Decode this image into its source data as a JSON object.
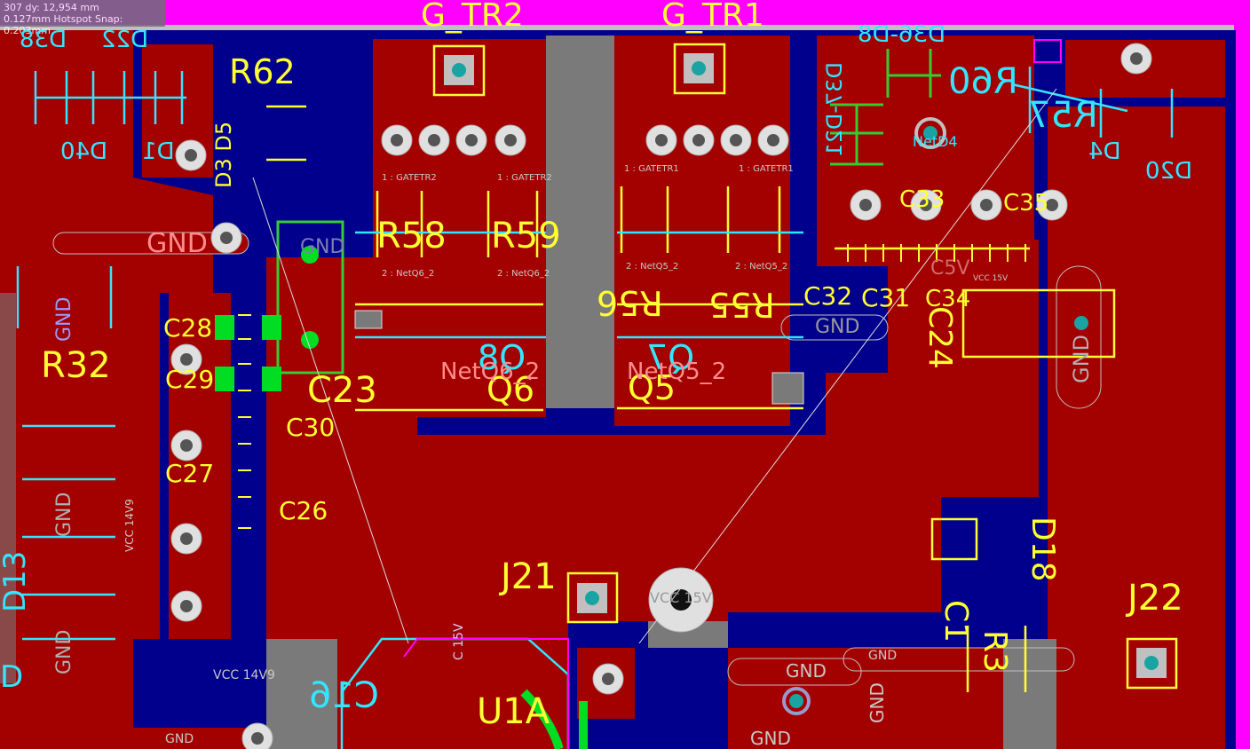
{
  "hud": {
    "line1": "307    dy: 12,954  mm",
    "line2": "0.127mm Hotspot Snap: 0.203mm"
  },
  "labels": {
    "g_tr2": "G_TR2",
    "g_tr1": "G_TR1",
    "d38": "D38",
    "d22": "D22",
    "d40": "D40",
    "d1": "D1",
    "d3d5": "D3 D5",
    "r62": "R62",
    "d36d8": "D36-D8",
    "r60": "R60",
    "r57": "R57",
    "d37d21": "D37-D21",
    "d4": "D4",
    "d20": "D20",
    "gnd_big": "GND",
    "gnd_pad": "GND",
    "r58": "R58",
    "r59": "R59",
    "r56": "R56",
    "r55": "R55",
    "c32": "C32",
    "c31": "C31",
    "c34": "C34",
    "c33": "C33",
    "c35": "C35",
    "c24": "C24",
    "c28": "C28",
    "c29": "C29",
    "c23": "C23",
    "c30": "C30",
    "c27": "C27",
    "c26": "C26",
    "r32": "R32",
    "q8": "Q8",
    "q6": "Q6",
    "q7": "Q7",
    "q5": "Q5",
    "net_q6": "NetQ6_2",
    "net_q5": "NetQ5_2",
    "net_d4": "NetD4",
    "j21": "J21",
    "j22": "J22",
    "d18": "D18",
    "c1": "C1",
    "r3": "R3",
    "c16": "C16",
    "u1a": "U1A",
    "vcc15v": "VCC 15V",
    "vcc14v9": "VCC 14V9",
    "vcc14v9_b": "VCC 14V9",
    "gnd_left1": "GND",
    "gnd_left2": "GND",
    "gnd_left3": "GND",
    "gnd_right": "GND",
    "gnd_bottom1": "GND",
    "gnd_bottom2": "GND",
    "gnd_bottom3": "GND",
    "gnd_bottom4": "GND",
    "gnd_bottom5": "GND",
    "gnd_pill": "GND",
    "d13": "D13",
    "d_left": "D",
    "gatetr2_a": "1 : GATETR2",
    "gatetr2_b": "1 : GATETR2",
    "gatetr1_a": "1 : GATETR1",
    "gatetr1_b": "1 : GATETR1",
    "netq6_a": "2 : NetQ6_2",
    "netq6_b": "2 : NetQ6_2",
    "netq5_a": "2 : NetQ5_2",
    "netq5_b": "2 : NetQ5_2",
    "vcc15v_small": "VCC 15V",
    "c5v": "C5V",
    "vcc_c15v": "C 15V"
  },
  "colors": {
    "background": "#1a1a1a",
    "top_copper": "#a30000",
    "bottom_copper": "#00008c",
    "silkscreen_top": "#ffff33",
    "silkscreen_bottom": "#33e6ff",
    "board_edge": "#ff00ff",
    "keepout": "#808080",
    "selection": "#33cc33"
  }
}
